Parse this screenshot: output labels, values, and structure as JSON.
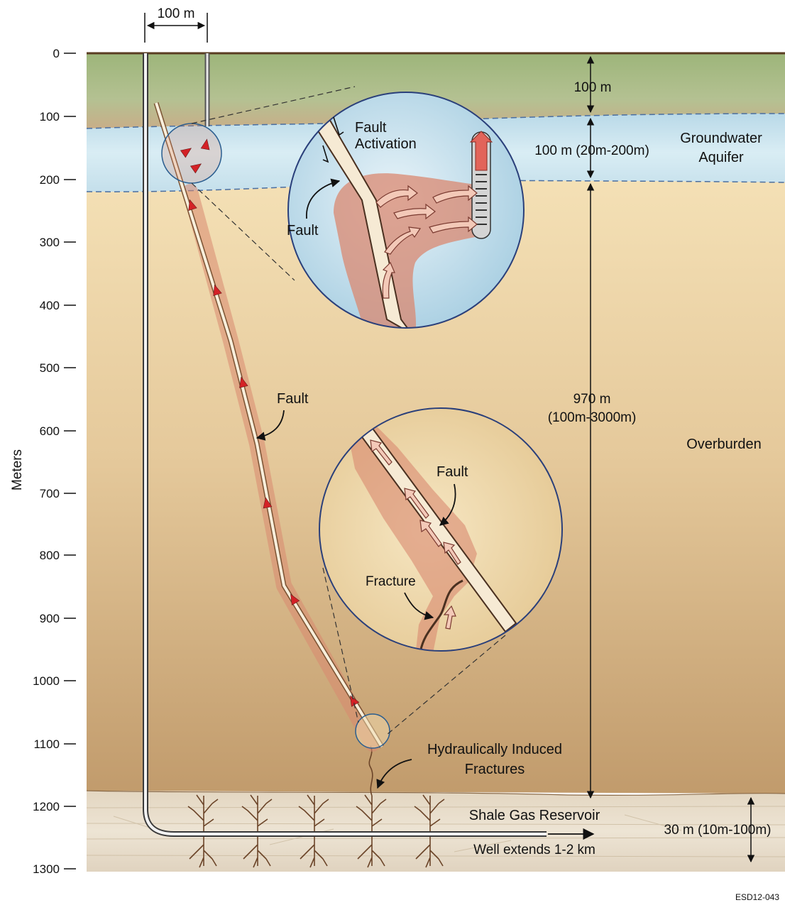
{
  "axis": {
    "label": "Meters",
    "ticks": [
      "0",
      "100",
      "200",
      "300",
      "400",
      "500",
      "600",
      "700",
      "800",
      "900",
      "1000",
      "1100",
      "1200",
      "1300"
    ]
  },
  "dimensions": {
    "well_spacing": "100 m",
    "top_layer": "100 m",
    "aquifer": "100 m (20m-200m)",
    "overburden_1": "970 m",
    "overburden_2": "(100m-3000m)",
    "reservoir": "30 m (10m-100m)"
  },
  "layers": {
    "aquifer_1": "Groundwater",
    "aquifer_2": "Aquifer",
    "overburden": "Overburden",
    "reservoir": "Shale Gas Reservoir"
  },
  "labels": {
    "fault_main": "Fault",
    "fault_activation_1": "Fault",
    "fault_activation_2": "Activation",
    "fault_inset_top": "Fault",
    "fault_inset_bottom": "Fault",
    "fracture": "Fracture",
    "hydraulic_1": "Hydraulically Induced",
    "hydraulic_2": "Fractures",
    "well_extends": "Well extends 1-2 km"
  },
  "figure_id": "ESD12-043",
  "colors": {
    "topsoil": "#a7bc84",
    "aquifer": "#c6e0ec",
    "overburden_top": "#f2ddb1",
    "overburden_bottom": "#c9a678",
    "reservoir": "#e6dcc9",
    "plume": "#d98870",
    "arrow_red": "#d42126",
    "outline_blue": "#2a5d8f"
  }
}
